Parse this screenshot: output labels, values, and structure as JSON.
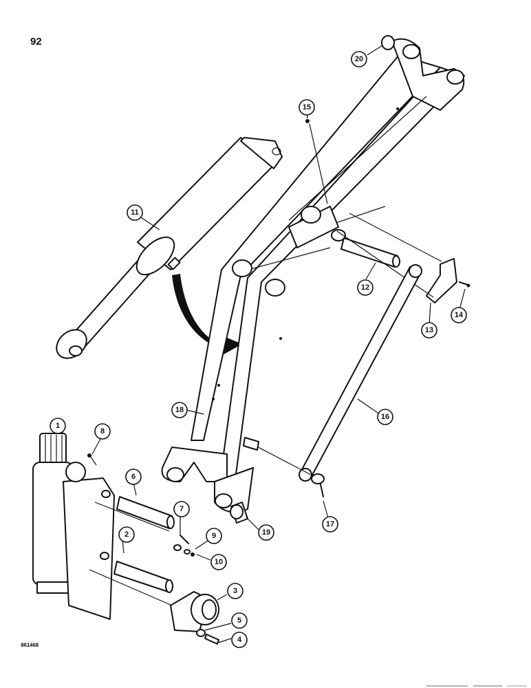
{
  "page_number": "92",
  "figure_code": "861468",
  "callouts": [
    {
      "id": "c1",
      "label": "1"
    },
    {
      "id": "c2",
      "label": "2"
    },
    {
      "id": "c3",
      "label": "3"
    },
    {
      "id": "c4",
      "label": "4"
    },
    {
      "id": "c5",
      "label": "5"
    },
    {
      "id": "c6",
      "label": "6"
    },
    {
      "id": "c7",
      "label": "7"
    },
    {
      "id": "c8",
      "label": "8"
    },
    {
      "id": "c9",
      "label": "9"
    },
    {
      "id": "c10",
      "label": "10"
    },
    {
      "id": "c11",
      "label": "11"
    },
    {
      "id": "c12",
      "label": "12"
    },
    {
      "id": "c13",
      "label": "13"
    },
    {
      "id": "c14",
      "label": "14"
    },
    {
      "id": "c15",
      "label": "15"
    },
    {
      "id": "c16",
      "label": "16"
    },
    {
      "id": "c17",
      "label": "17"
    },
    {
      "id": "c18",
      "label": "18"
    },
    {
      "id": "c19",
      "label": "19"
    },
    {
      "id": "c20",
      "label": "20"
    }
  ]
}
